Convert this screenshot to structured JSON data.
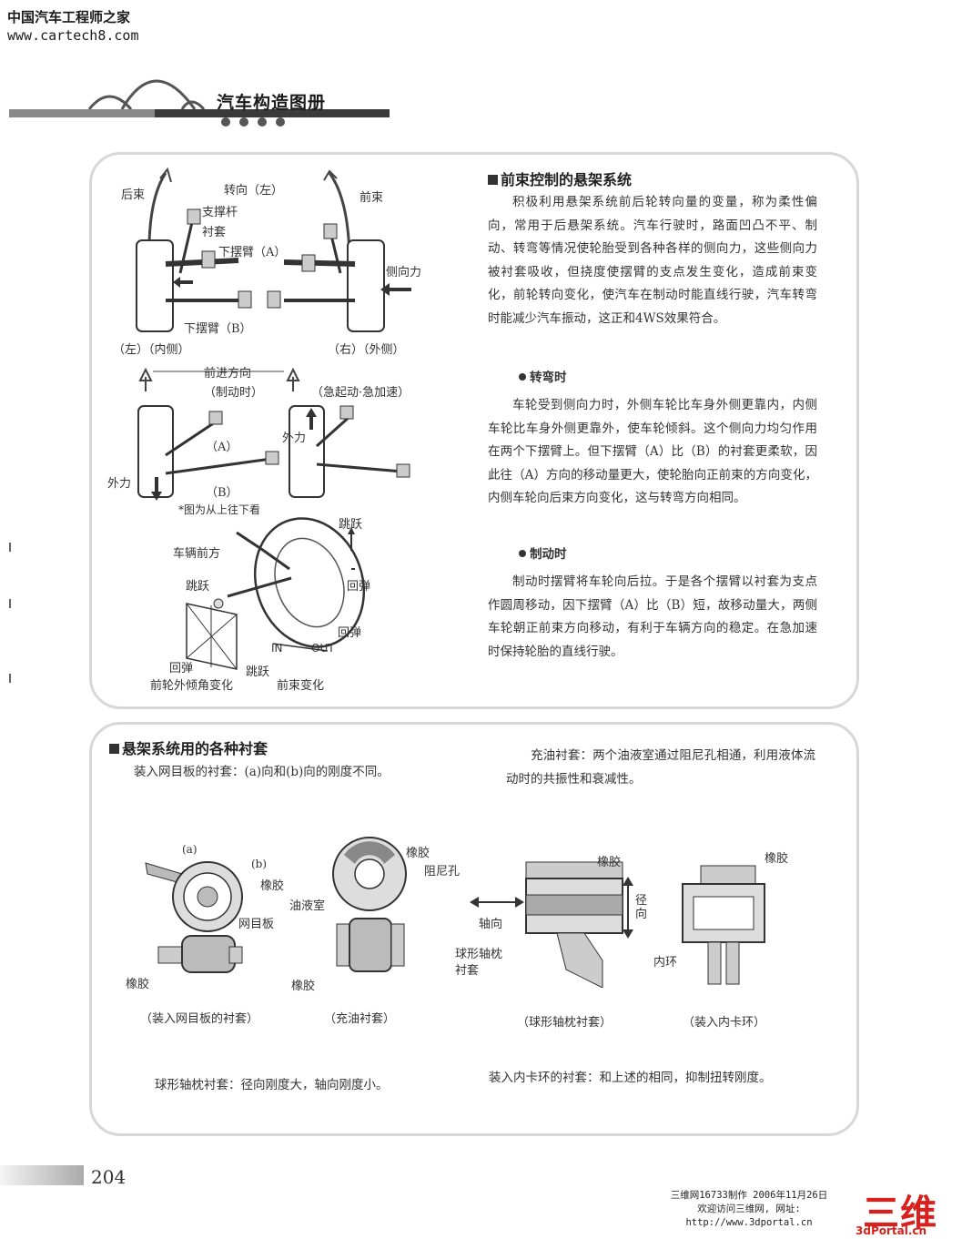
{
  "watermark": {
    "site_name": "中国汽车工程师之家",
    "site_url": "www.cartech8.com"
  },
  "header": {
    "title": "汽车构造图册"
  },
  "section1": {
    "title": "前束控制的悬架系统",
    "intro": "积极利用悬架系统前后轮转向量的变量，称为柔性偏向，常用于后悬架系统。汽车行驶时，路面凹凸不平、制动、转弯等情况使轮胎受到各种各样的侧向力，这些侧向力被衬套吸收，但挠度使摆臂的支点发生变化，造成前束变化，前轮转向变化，使汽车在制动时能直线行驶，汽车转弯时能减少汽车振动，这正和4WS效果符合。",
    "turning_title": "转弯时",
    "turning_text": "车轮受到侧向力时，外侧车轮比车身外侧更靠内，内侧车轮比车身外侧更靠外，使车轮倾斜。这个侧向力均匀作用在两个下摆臂上。但下摆臂（A）比（B）的衬套更柔软，因此往（A）方向的移动量更大，使轮胎向正前束的方向变化，内侧车轮向后束方向变化，这与转弯方向相同。",
    "braking_title": "制动时",
    "braking_text": "制动时摆臂将车轮向后拉。于是各个摆臂以衬套为支点作圆周移动，因下摆臂（A）比（B）短，故移动量大，两侧车轮朝正前束方向移动，有利于车辆方向的稳定。在急加速时保持轮胎的直线行驶。"
  },
  "diagram1": {
    "toe_out": "后束",
    "steer_left": "转向（左）",
    "toe_in": "前束",
    "strut": "支撑杆",
    "bushing": "衬套",
    "arm_a": "下摆臂（A）",
    "lateral_force": "侧向力",
    "arm_b": "下摆臂（B）",
    "left_inner": "（左）（内侧）",
    "right_outer": "（右）（外侧）"
  },
  "diagram2": {
    "forward": "前进方向",
    "braking": "（制动时）",
    "accel": "（急起动·急加速）",
    "a": "（A）",
    "b": "（B）",
    "ext_force_left": "外力",
    "ext_force_right": "外力",
    "note": "*图为从上往下看"
  },
  "diagram3": {
    "bump_top": "跳跃",
    "vehicle_front": "车辆前方",
    "rebound_r": "回弹",
    "bump_left": "跳跃",
    "rebound_r2": "回弹",
    "in": "IN",
    "out": "OUT",
    "rebound_bottom": "回弹",
    "bump_bottom": "跳跃",
    "camber_change": "前轮外倾角变化",
    "toe_change": "前束变化"
  },
  "section2": {
    "title": "悬架系统用的各种衬套",
    "mesh_text": "装入网目板的衬套：(a)向和(b)向的刚度不同。",
    "oil_text": "充油衬套：两个油液室通过阻尼孔相通，利用液体流动时的共振性和衰减性。",
    "spherical_text": "球形轴枕衬套：径向刚度大，轴向刚度小。",
    "ring_text": "装入内卡环的衬套：和上述的相同，抑制扭转刚度。"
  },
  "bushings": {
    "mesh": {
      "a": "(a)",
      "b": "(b)",
      "rubber": "橡胶",
      "mesh_plate": "网目板",
      "rubber2": "橡胶",
      "caption": "（装入网目板的衬套）"
    },
    "oil": {
      "rubber": "橡胶",
      "orifice": "阻尼孔",
      "oil_chamber": "油液室",
      "rubber2": "橡胶",
      "caption": "（充油衬套）"
    },
    "spherical": {
      "rubber": "橡胶",
      "radial": "径向",
      "axial": "轴向",
      "bushing_name": "球形轴枕衬套",
      "caption": "（球形轴枕衬套）"
    },
    "ring": {
      "rubber": "橡胶",
      "inner_ring": "内环",
      "caption": "（装入内卡环）"
    }
  },
  "footer": {
    "page_number": "204",
    "credit_line1": "三维网16733制作 2006年11月26日",
    "credit_line2": "欢迎访问三维网, 网址:",
    "credit_line3": "http://www.3dportal.cn",
    "logo_main": "三维网",
    "logo_sub": "3dPortal.cn"
  }
}
